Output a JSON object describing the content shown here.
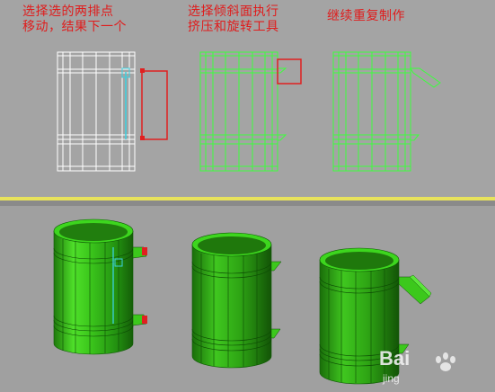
{
  "captions": {
    "step1": {
      "line1": "选择选的两排点",
      "line2": "移动，结果下一个"
    },
    "step2": {
      "line1": "选择倾斜面执行",
      "line2": "挤压和旋转工具"
    },
    "step3": {
      "line1": "继续重复制作"
    }
  },
  "watermark": {
    "logo": "Bai",
    "sub": "jing"
  },
  "colors": {
    "viewport_bg": "#a4a4a4",
    "wireframe_white": "#ffffff",
    "wireframe_green": "#3cff3c",
    "selection_red": "#e02020",
    "selection_cyan": "#3cd0e0",
    "separator_yellow": "#e8e35c",
    "mesh_green": "#3cc81c"
  }
}
